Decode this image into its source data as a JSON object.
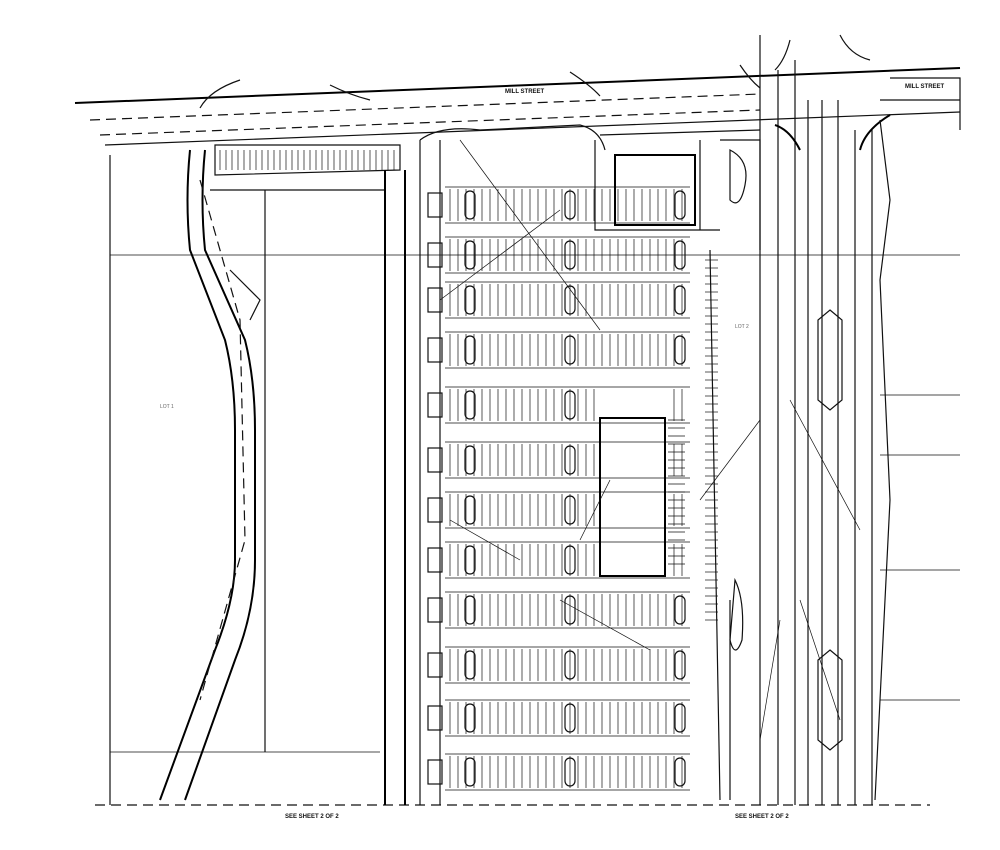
{
  "drawing": {
    "street_label_top": "MILL STREET",
    "street_label_right": "MILL STREET",
    "lot_left": "LOT 1",
    "lot_right": "LOT 2",
    "match_line_left": "SEE SHEET 2 OF 2",
    "match_line_right": "SEE SHEET 2 OF 2"
  }
}
